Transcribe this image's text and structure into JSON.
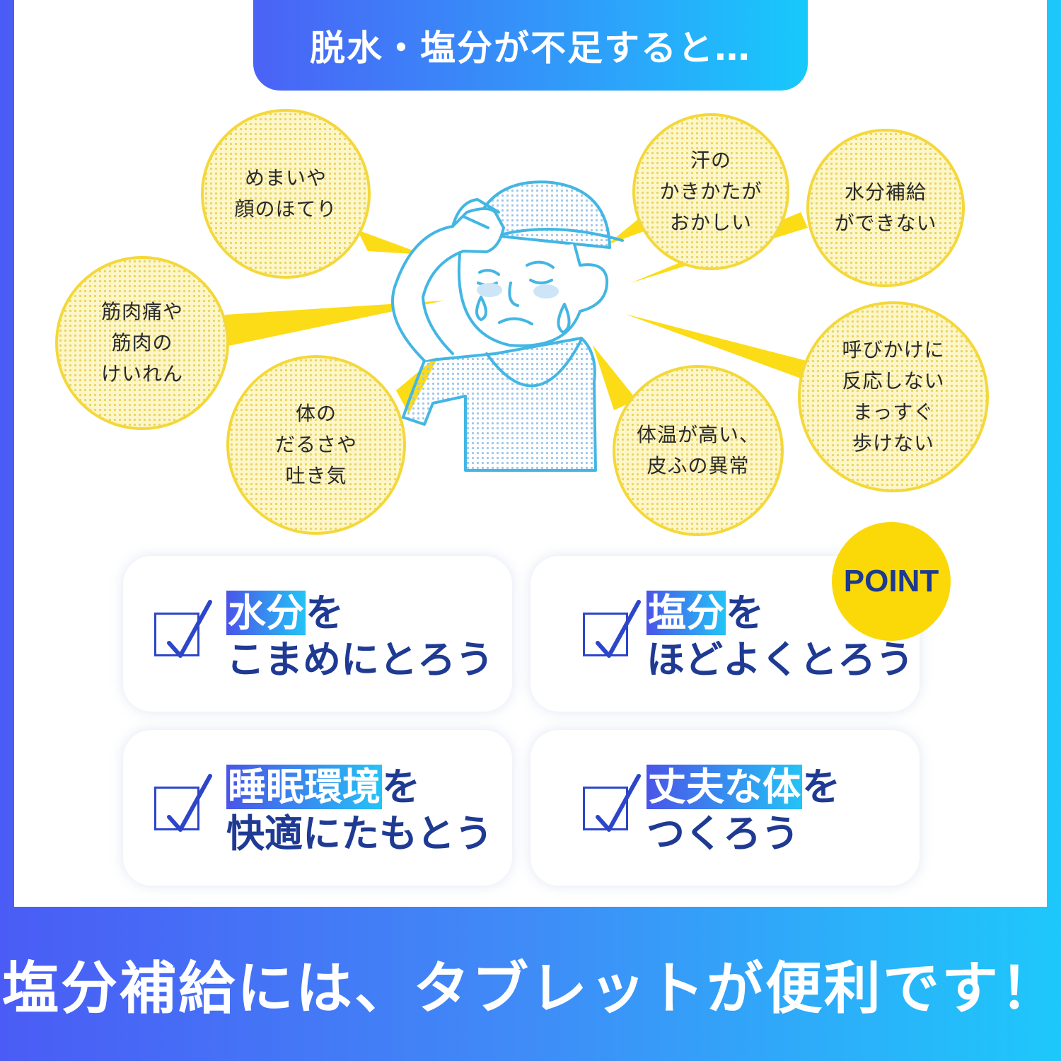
{
  "header": {
    "title": "脱水・塩分が不足すると…"
  },
  "symptoms": [
    {
      "id": "dizziness",
      "text": "めまいや\n顔のほてり"
    },
    {
      "id": "cramps",
      "text": "筋肉痛や\n筋肉の\nけいれん"
    },
    {
      "id": "fatigue",
      "text": "体の\nだるさや\n吐き気"
    },
    {
      "id": "sweat",
      "text": "汗の\nかきかたが\nおかしい"
    },
    {
      "id": "no-water",
      "text": "水分補給\nができない"
    },
    {
      "id": "unresponsive",
      "text": "呼びかけに\n反応しない\nまっすぐ\n歩けない"
    },
    {
      "id": "temperature",
      "text": "体温が高い、\n皮ふの異常"
    }
  ],
  "tips": [
    {
      "highlight": "水分",
      "rest1": "を",
      "line2": "こまめにとろう"
    },
    {
      "highlight": "塩分",
      "rest1": "を",
      "line2": "ほどよくとろう"
    },
    {
      "highlight": "睡眠環境",
      "rest1": "を",
      "line2": "快適にたもとう"
    },
    {
      "highlight": "丈夫な体",
      "rest1": "を",
      "line2": "つくろう"
    }
  ],
  "point_badge": "POINT",
  "footer": {
    "text": "塩分補給には、タブレットが便利です！"
  },
  "colors": {
    "accent_blue": "#4a5cf5",
    "accent_cyan": "#1ec8fb",
    "bubble_yellow": "#f4d83a",
    "text_navy": "#1f3a93"
  }
}
